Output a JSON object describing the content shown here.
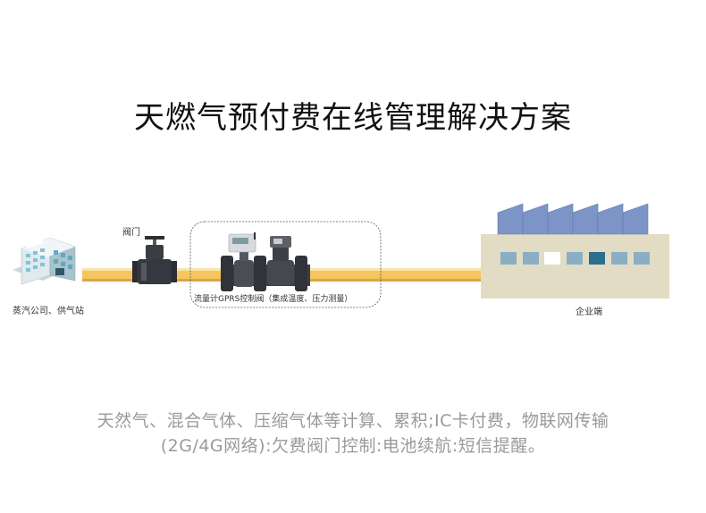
{
  "title": "天燃气预付费在线管理解决方案",
  "labels": {
    "valve": "阀门",
    "source": "蒸汽公司、供气站",
    "meter": "流量计GPRS控制阀（集成温度、压力测量）",
    "enterprise": "企业端"
  },
  "footer": {
    "line1": "天然气、混合气体、压缩气体等计算、累积;IC卡付费，物联网传输",
    "line2": "(2G/4G网络):欠费阀门控制:电池续航:短信提醒。"
  },
  "colors": {
    "pipe": "#f5c660",
    "factory_body": "#e3dcc4",
    "solar_panel": "#7d95c6",
    "window": "#8aaec4",
    "window_lit": "#ffffff",
    "window_dark": "#2a6f8d",
    "equipment": "#3e4046",
    "building": "#9fd0dc"
  },
  "icons": [
    "building-icon",
    "valve-icon",
    "flowmeter-icon",
    "factory-icon"
  ]
}
